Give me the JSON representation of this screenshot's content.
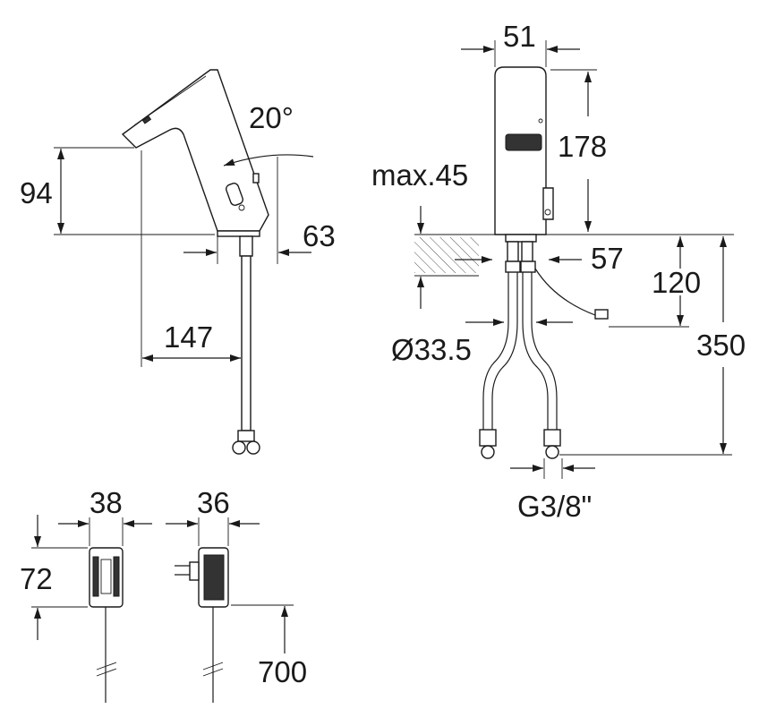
{
  "dimensions": {
    "side_height": "94",
    "angle": "20°",
    "base_offset": "63",
    "reach": "147",
    "front_width": "51",
    "front_height": "178",
    "max_deck": "max.45",
    "base_diameter": "57",
    "cable_height": "120",
    "hose_length": "350",
    "hole_diameter": "Ø33.5",
    "thread": "G3/8\"",
    "adapter_width": "38",
    "adapter_depth": "36",
    "adapter_height": "72",
    "cable_length": "700"
  }
}
